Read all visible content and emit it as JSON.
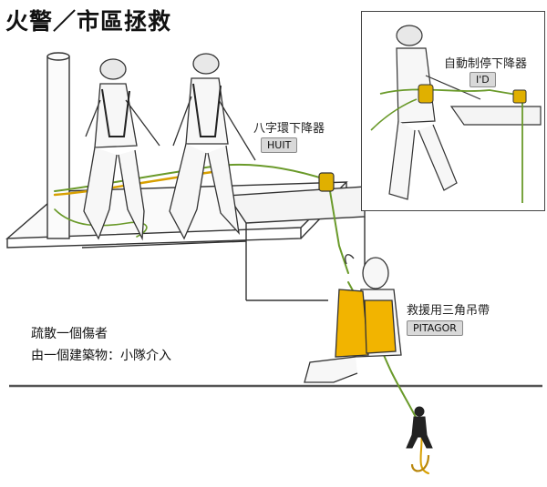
{
  "title": "火警／市區拯救",
  "inset": {
    "caption": "自動制停下降器",
    "tag": "I'D"
  },
  "labels": {
    "huit_caption": "八字環下降器",
    "huit_tag": "HUIT",
    "pitagor_caption": "救援用三角吊帶",
    "pitagor_tag": "PITAGOR"
  },
  "scene": {
    "line1": "疏散一個傷者",
    "line2": "由一個建築物：小隊介入"
  },
  "colors": {
    "rope": "#6a9a2a",
    "harness": "#f2b400",
    "ink": "#333333"
  }
}
